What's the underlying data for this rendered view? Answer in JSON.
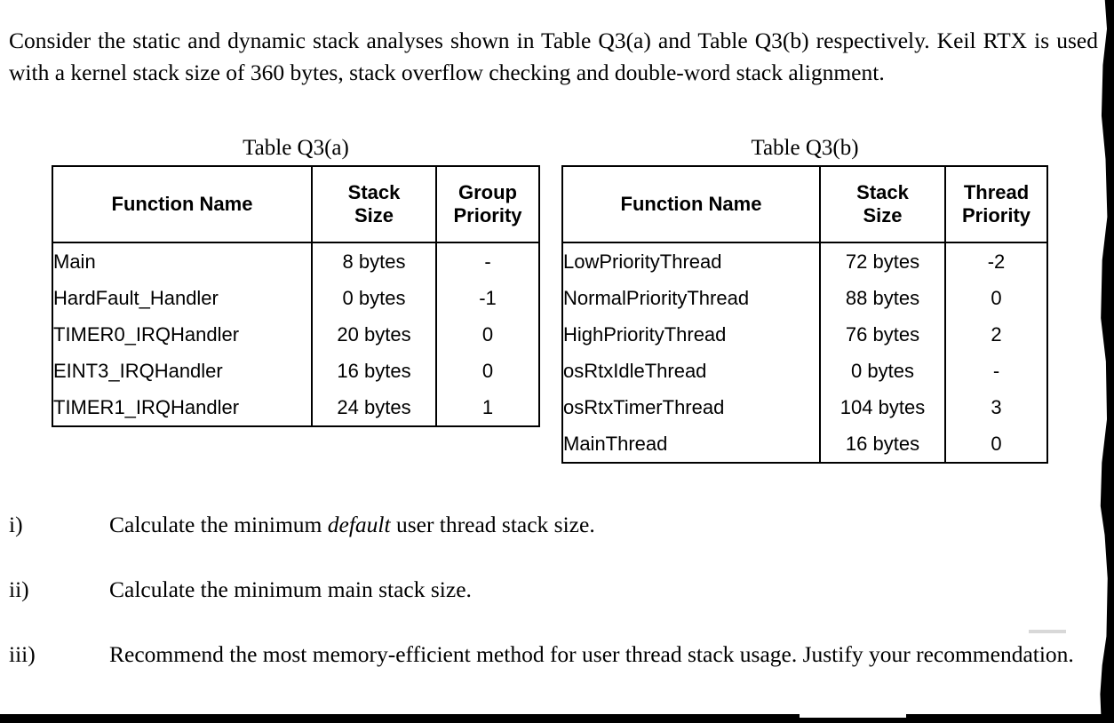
{
  "intro": {
    "paragraph": "Consider the static and dynamic stack analyses shown in Table Q3(a) and Table Q3(b) respectively. Keil RTX is used with a kernel stack size of 360 bytes, stack overflow checking and double-word stack alignment."
  },
  "table_a": {
    "title": "Table Q3(a)",
    "headers": {
      "name": "Function Name",
      "size_line1": "Stack",
      "size_line2": "Size",
      "prio_line1": "Group",
      "prio_line2": "Priority"
    },
    "rows": [
      {
        "name": "Main",
        "size": "8 bytes",
        "priority": "-"
      },
      {
        "name": "HardFault_Handler",
        "size": "0 bytes",
        "priority": "-1"
      },
      {
        "name": "TIMER0_IRQHandler",
        "size": "20 bytes",
        "priority": "0"
      },
      {
        "name": "EINT3_IRQHandler",
        "size": "16 bytes",
        "priority": "0"
      },
      {
        "name": "TIMER1_IRQHandler",
        "size": "24 bytes",
        "priority": "1"
      }
    ]
  },
  "table_b": {
    "title": "Table Q3(b)",
    "headers": {
      "name": "Function Name",
      "size_line1": "Stack",
      "size_line2": "Size",
      "prio_line1": "Thread",
      "prio_line2": "Priority"
    },
    "rows": [
      {
        "name": "LowPriorityThread",
        "size": "72 bytes",
        "priority": "-2"
      },
      {
        "name": "NormalPriorityThread",
        "size": "88 bytes",
        "priority": "0"
      },
      {
        "name": "HighPriorityThread",
        "size": "76 bytes",
        "priority": "2"
      },
      {
        "name": "osRtxIdleThread",
        "size": "0 bytes",
        "priority": "-"
      },
      {
        "name": "osRtxTimerThread",
        "size": "104 bytes",
        "priority": "3"
      },
      {
        "name": "MainThread",
        "size": "16 bytes",
        "priority": "0"
      }
    ]
  },
  "questions": [
    {
      "marker": "i)",
      "text_before": "Calculate the minimum ",
      "text_italic": "default",
      "text_after": " user thread stack size."
    },
    {
      "marker": "ii)",
      "text_before": "Calculate the minimum main stack size.",
      "text_italic": "",
      "text_after": ""
    },
    {
      "marker": "iii)",
      "text_before": "Recommend the most memory-efficient method for user thread stack usage. Justify your recommendation.",
      "text_italic": "",
      "text_after": ""
    }
  ],
  "colors": {
    "ink": "#000000",
    "paper": "#ffffff"
  }
}
